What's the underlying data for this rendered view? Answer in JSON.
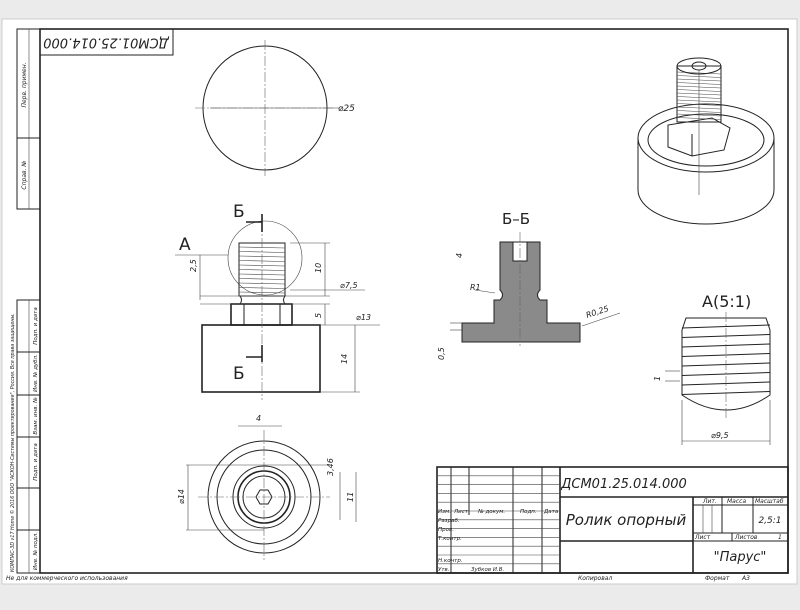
{
  "sheet": {
    "designation": "ДСМ01.25.014.000",
    "designation_inverted": "ДСМ01.25.014.000",
    "part_name": "Ролик опорный",
    "organization": "\"Парус\"",
    "copied_label": "Копировал",
    "format_label": "Формат",
    "format_value": "А3",
    "non_commercial": "Не для коммерческого использования",
    "software_note": "КОМПАС-3D v17 Home © 2016 ООО \"АСКОН-Системы проектирования\", Россия. Все права защищены."
  },
  "side_stamp": [
    "Перв. примен.",
    "Справ. №",
    "Подп. и дата",
    "Инв. № дубл.",
    "Взам. инв. №",
    "Подп. и дата",
    "Инв. № подл."
  ],
  "title_block": {
    "headers": [
      "Изм.",
      "Лист",
      "№ докум.",
      "Подп.",
      "Дата"
    ],
    "roles": [
      "Разраб.",
      "Пров.",
      "Т.контр.",
      "Н.контр.",
      "Утв."
    ],
    "approver_name": "Зубков И.В.",
    "lit_label": "Лит.",
    "mass_label": "Масса",
    "scale_label": "Масштаб",
    "scale_value": "2,5:1",
    "sheet_label": "Лист",
    "sheets_label": "Листов",
    "sheets_value": "1"
  },
  "views": {
    "top": {
      "dia": "⌀25"
    },
    "front": {
      "view_a": "А",
      "section_mark_top": "Б",
      "section_mark_bottom": "Б",
      "dim_2_5": "2,5",
      "dim_10": "10",
      "dim_d7_5": "⌀7,5",
      "dim_5": "5",
      "dim_d13": "⌀13",
      "dim_14": "14"
    },
    "bottom": {
      "dim_4": "4",
      "dim_d14": "⌀14",
      "dim_3_46": "3,46",
      "dim_11": "11"
    },
    "section": {
      "title": "Б–Б",
      "dim_4": "4",
      "r1": "R1",
      "r025": "R0,25",
      "dim_0_5": "0,5"
    },
    "detail": {
      "title": "А(5:1)",
      "dim_1": "1",
      "dim_d9_5": "⌀9,5"
    }
  }
}
